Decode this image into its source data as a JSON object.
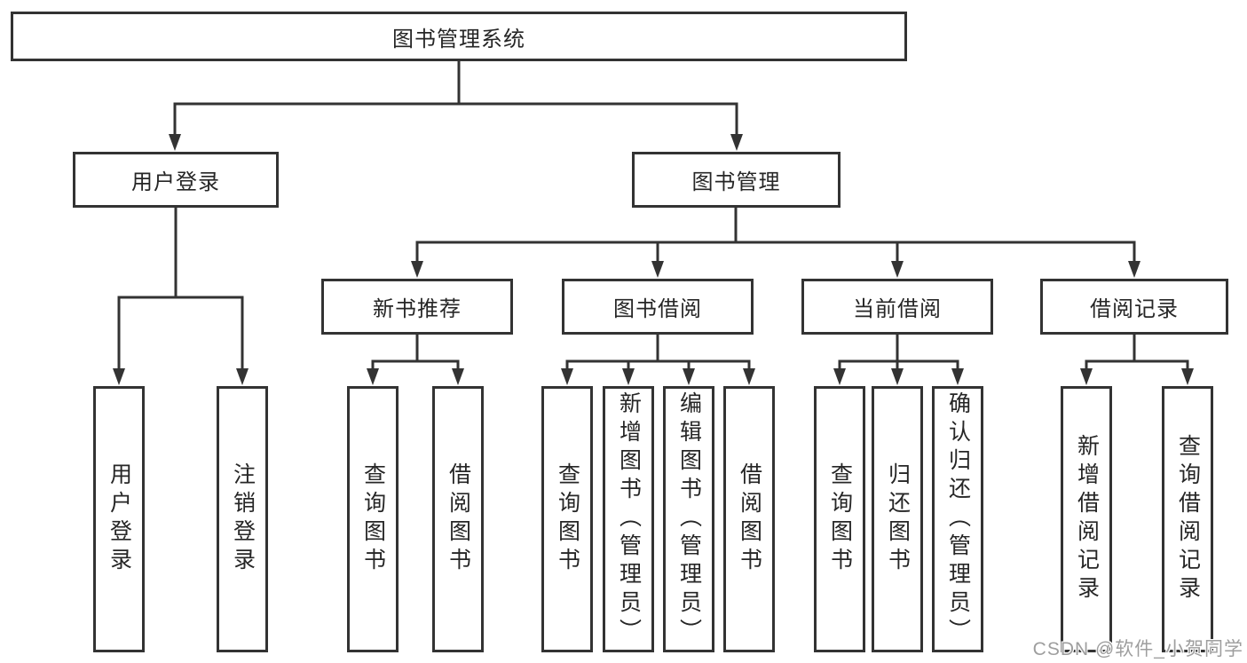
{
  "diagram": {
    "root": {
      "label": "图书管理系统"
    },
    "branches": [
      {
        "label": "用户登录",
        "children": [
          {
            "label": "用户登录"
          },
          {
            "label": "注销登录"
          }
        ]
      },
      {
        "label": "图书管理",
        "children": [
          {
            "label": "新书推荐",
            "children": [
              {
                "label": "查询图书"
              },
              {
                "label": "借阅图书"
              }
            ]
          },
          {
            "label": "图书借阅",
            "children": [
              {
                "label": "查询图书"
              },
              {
                "label": "新增图书（管理员）"
              },
              {
                "label": "编辑图书（管理员）"
              },
              {
                "label": "借阅图书"
              }
            ]
          },
          {
            "label": "当前借阅",
            "children": [
              {
                "label": "查询图书"
              },
              {
                "label": "归还图书"
              },
              {
                "label": "确认归还（管理员）"
              }
            ]
          },
          {
            "label": "借阅记录",
            "children": [
              {
                "label": "新增借阅记录"
              },
              {
                "label": "查询借阅记录"
              }
            ]
          }
        ]
      }
    ]
  },
  "watermark": {
    "text": "CSDN @软件_小贺同学"
  },
  "colors": {
    "line": "#333333",
    "box_border": "#333333",
    "box_fill": "#ffffff",
    "text": "#262626",
    "watermark": "#9e9e9e",
    "background": "#ffffff"
  }
}
